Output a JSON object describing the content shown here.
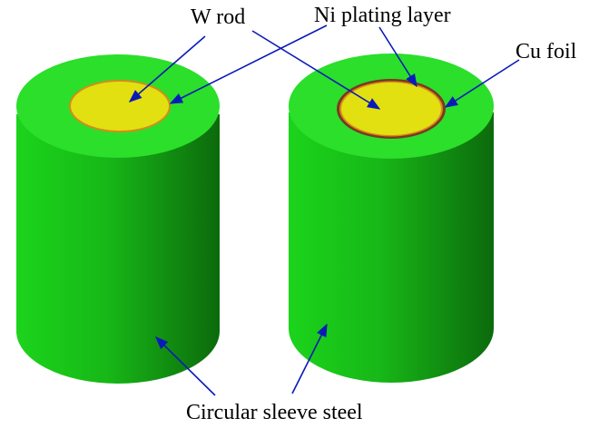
{
  "labels": {
    "w_rod": "W rod",
    "ni_plating_layer": "Ni plating layer",
    "cu_foil": "Cu foil",
    "circular_sleeve_steel": "Circular sleeve steel"
  },
  "colors": {
    "steel_sleeve": "#1fcc1f",
    "steel_sleeve_top": "#33e833",
    "w_rod": "#e2e010",
    "ni_plating": "#d98a1a",
    "cu_foil": "#7a3a22",
    "arrow": "#0a1ab8"
  }
}
